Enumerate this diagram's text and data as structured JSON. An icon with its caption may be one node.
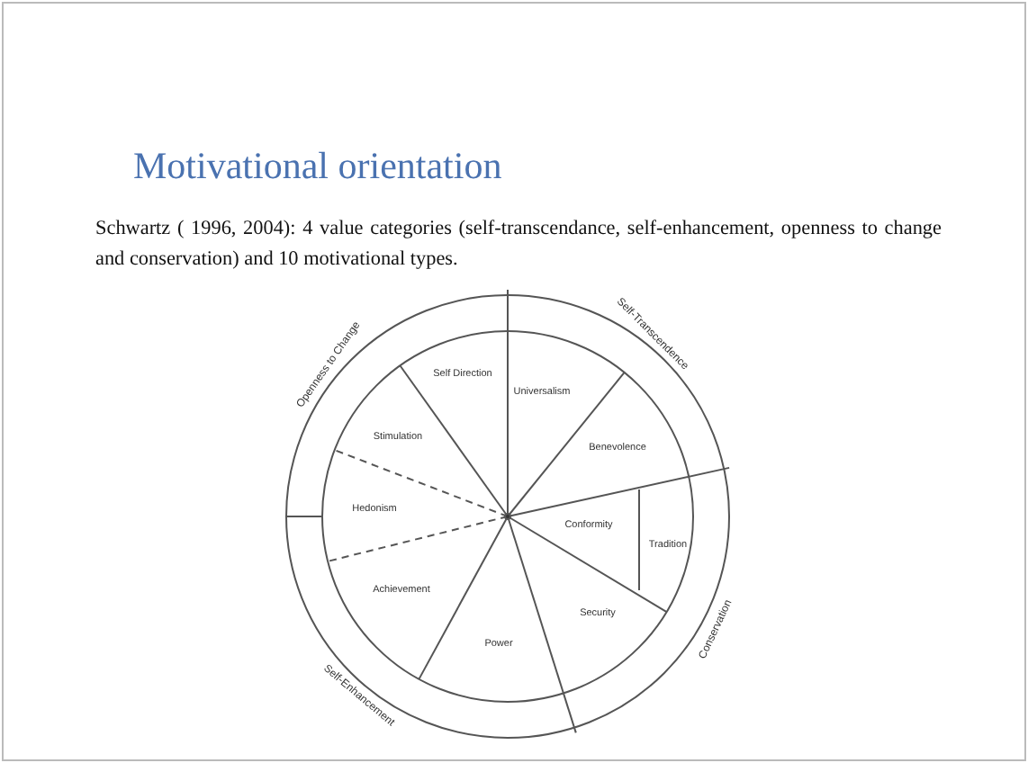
{
  "diagram": {
    "title": "Motivational orientation",
    "nodes": [
      {
        "text": [
          "Self Direction"
        ]
      },
      {
        "text": [
          "Universalism"
        ]
      },
      {
        "text": [
          "Benevolence"
        ]
      },
      {
        "text": [
          "Conformity"
        ]
      },
      {
        "text": [
          "Tradition"
        ]
      },
      {
        "text": [
          "Security"
        ]
      },
      {
        "text": [
          "Power"
        ]
      },
      {
        "text": [
          "Achievement"
        ]
      },
      {
        "text": [
          "Hedonism"
        ]
      },
      {
        "text": [
          "Stimulation"
        ]
      }
    ],
    "edges": [],
    "labels": [
      "Schwartz ( 1996, 2004): 4  value categories (self-transcendance, self-enhancement, openness to change and conservation) and 10 motivational types.",
      "Openness to Change",
      "Self-Transcendence",
      "Conservation",
      "Self-Enhancement"
    ]
  }
}
